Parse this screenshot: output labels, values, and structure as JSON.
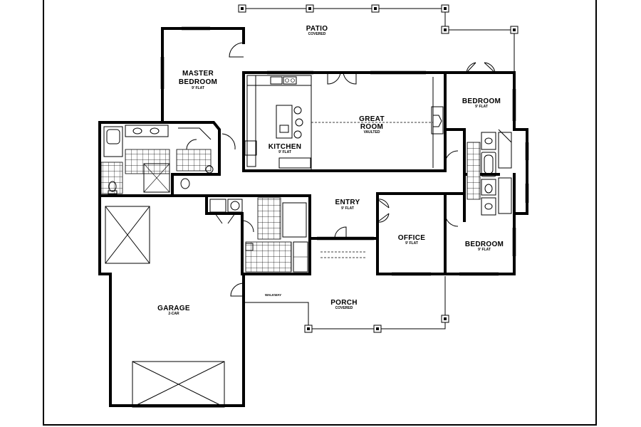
{
  "rooms": {
    "patio": {
      "name": "PATIO",
      "note": "COVERED"
    },
    "master_bedroom": {
      "name_line1": "MASTER",
      "name_line2": "BEDROOM",
      "note": "9' FLAT"
    },
    "great_room": {
      "name_line1": "GREAT",
      "name_line2": "ROOM",
      "note": "VAULTED"
    },
    "kitchen": {
      "name": "KITCHEN",
      "note": "9' FLAT"
    },
    "bedroom_upper": {
      "name": "BEDROOM",
      "note": "9' FLAT"
    },
    "entry": {
      "name": "ENTRY",
      "note": "9' FLAT"
    },
    "office": {
      "name": "OFFICE",
      "note": "9' FLAT"
    },
    "bedroom_lower": {
      "name": "BEDROOM",
      "note": "9' FLAT"
    },
    "garage": {
      "name": "GARAGE",
      "note": "2-CAR"
    },
    "porch": {
      "name": "PORCH",
      "note": "COVERED"
    },
    "walkway": {
      "name": "WALKWAY"
    }
  },
  "colors": {
    "line": "#000000",
    "background": "#ffffff"
  }
}
